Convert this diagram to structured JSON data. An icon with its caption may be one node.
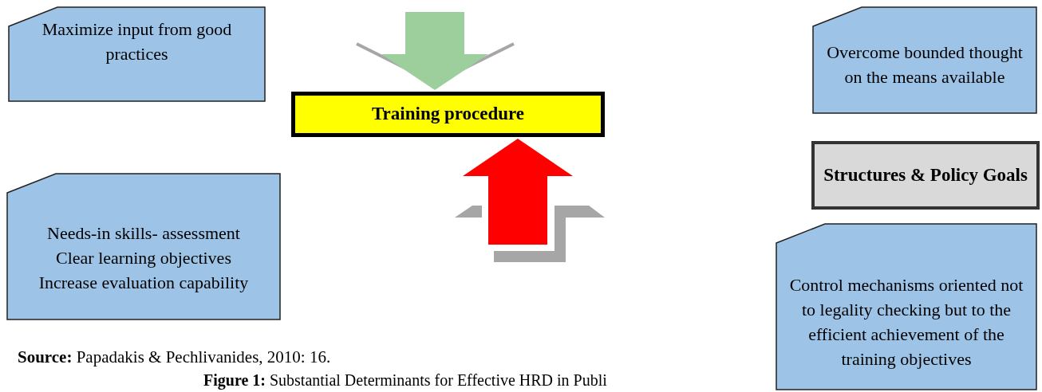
{
  "diagram": {
    "caption": "**Figure 1:** Substantial Determinants for Effective HRD in Publi",
    "nodes": [
      {
        "text": [
          "Maximize input from good practices"
        ]
      },
      {
        "text": [
          "Training procedure"
        ]
      },
      {
        "text": [
          "Overcome bounded thought on the means available"
        ]
      },
      {
        "text": [
          "Structures & Policy Goals"
        ]
      },
      {
        "text": [
          "Needs-in skills- assessment",
          "Clear learning objectives",
          "Increase evaluation capability"
        ]
      },
      {
        "text": [
          "Control mechanisms oriented not to legality checking but to the efficient achievement of the training objectives"
        ]
      }
    ],
    "edges": [
      {
        "from": null,
        "to": 1,
        "arrow": "to",
        "style": "thick",
        "color": "#9dcf9d"
      },
      {
        "from": null,
        "to": 1,
        "arrow": "to",
        "style": "thick",
        "color": "#ff0000"
      }
    ],
    "labels": [
      "**Source:** Papadakis & Pechlivanides, 2010: 16."
    ]
  }
}
